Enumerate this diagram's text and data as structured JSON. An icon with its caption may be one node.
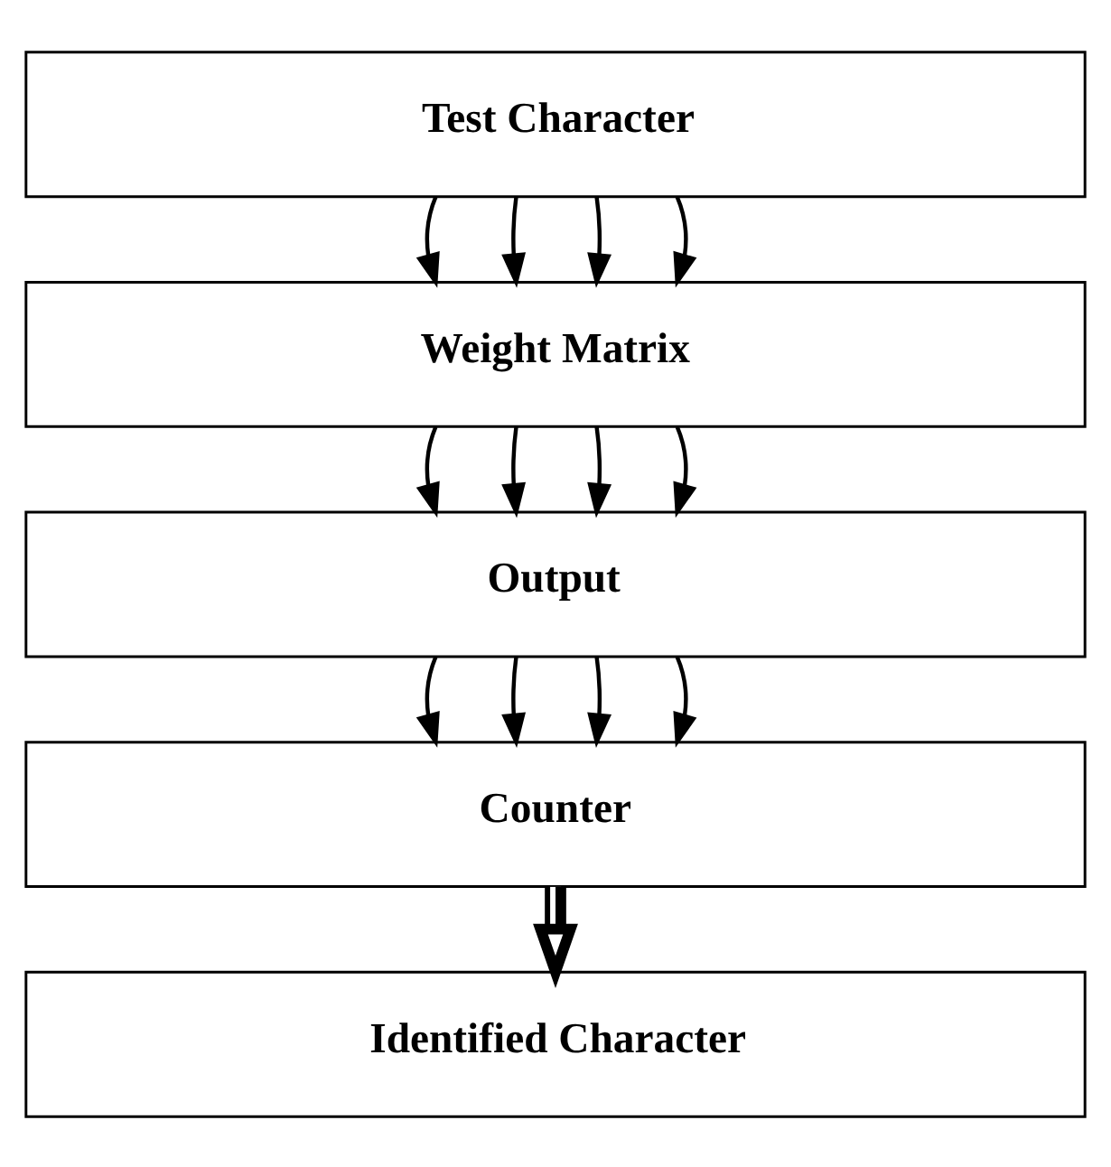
{
  "diagram": {
    "nodes": [
      {
        "text": [
          "Test Character"
        ]
      },
      {
        "text": [
          "Weight Matrix"
        ]
      },
      {
        "text": [
          "Output"
        ]
      },
      {
        "text": [
          "Counter"
        ]
      },
      {
        "text": [
          "Identified Character"
        ]
      }
    ],
    "edges": [
      {
        "from": 0,
        "to": 1,
        "arrow": "to"
      },
      {
        "from": 0,
        "to": 1,
        "arrow": "to"
      },
      {
        "from": 0,
        "to": 1,
        "arrow": "to"
      },
      {
        "from": 0,
        "to": 1,
        "arrow": "to"
      },
      {
        "from": 1,
        "to": 2,
        "arrow": "to"
      },
      {
        "from": 1,
        "to": 2,
        "arrow": "to"
      },
      {
        "from": 1,
        "to": 2,
        "arrow": "to"
      },
      {
        "from": 1,
        "to": 2,
        "arrow": "to"
      },
      {
        "from": 2,
        "to": 3,
        "arrow": "to"
      },
      {
        "from": 2,
        "to": 3,
        "arrow": "to"
      },
      {
        "from": 2,
        "to": 3,
        "arrow": "to"
      },
      {
        "from": 2,
        "to": 3,
        "arrow": "to"
      },
      {
        "from": 3,
        "to": 4,
        "arrow": "to",
        "style": "thick"
      }
    ]
  }
}
